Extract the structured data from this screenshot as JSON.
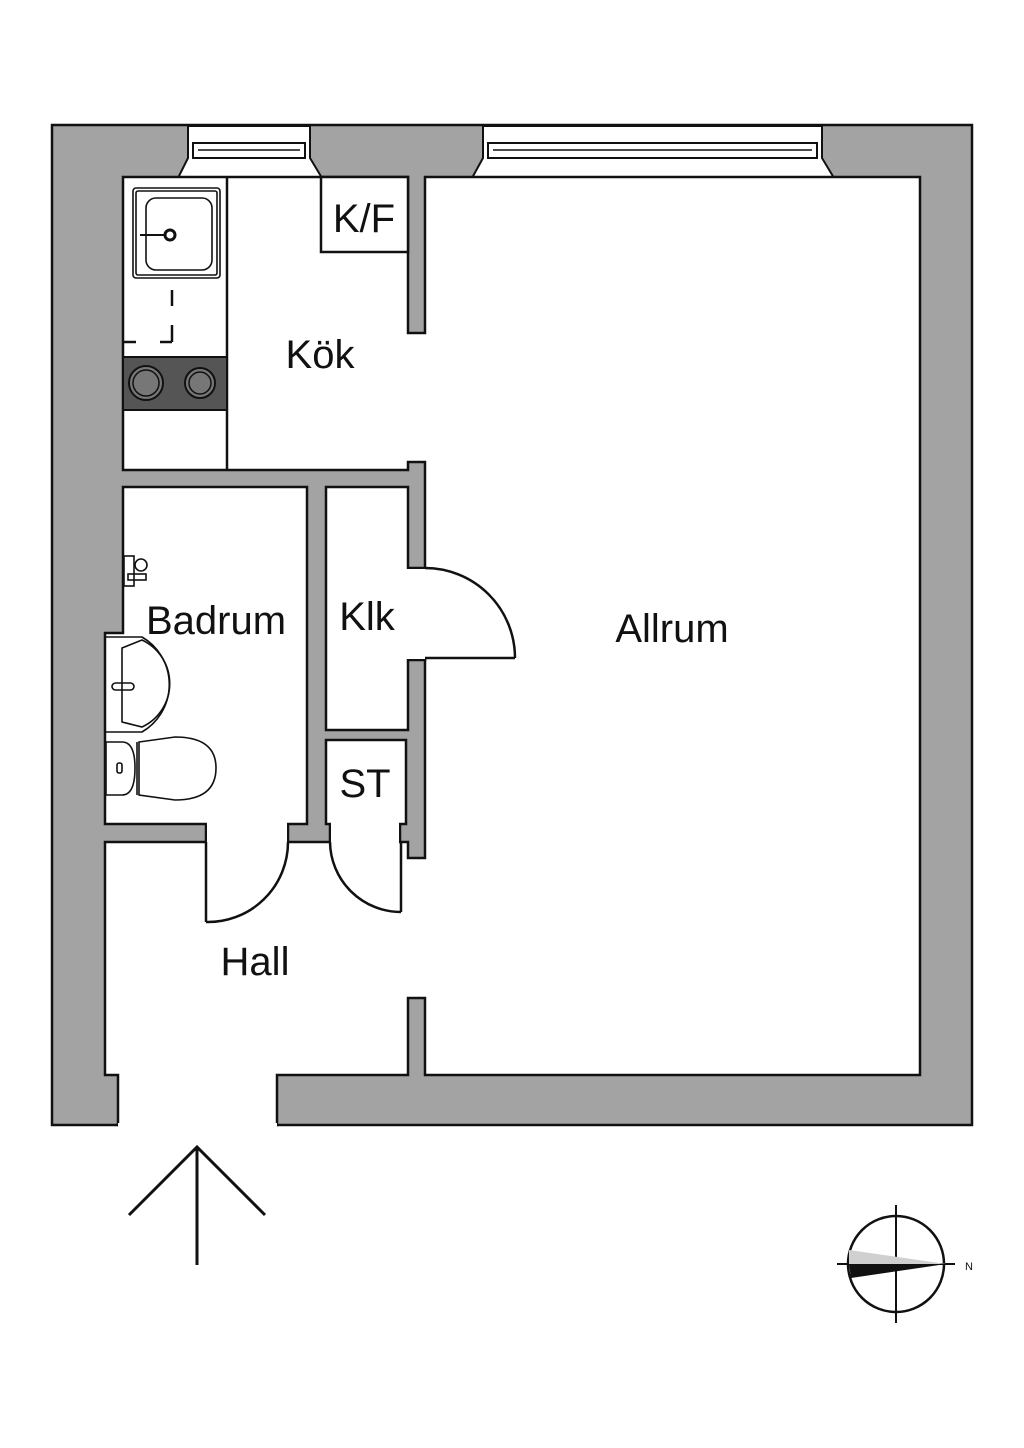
{
  "floorplan": {
    "rooms": {
      "kitchen": "Kök",
      "fridge_freezer": "K/F",
      "bathroom": "Badrum",
      "closet": "Klk",
      "storage": "ST",
      "living_room": "Allrum",
      "hall": "Hall"
    },
    "compass": {
      "north_label": "N"
    },
    "colors": {
      "wall": "#a3a3a3",
      "stove": "#555555",
      "line": "#111111"
    }
  }
}
